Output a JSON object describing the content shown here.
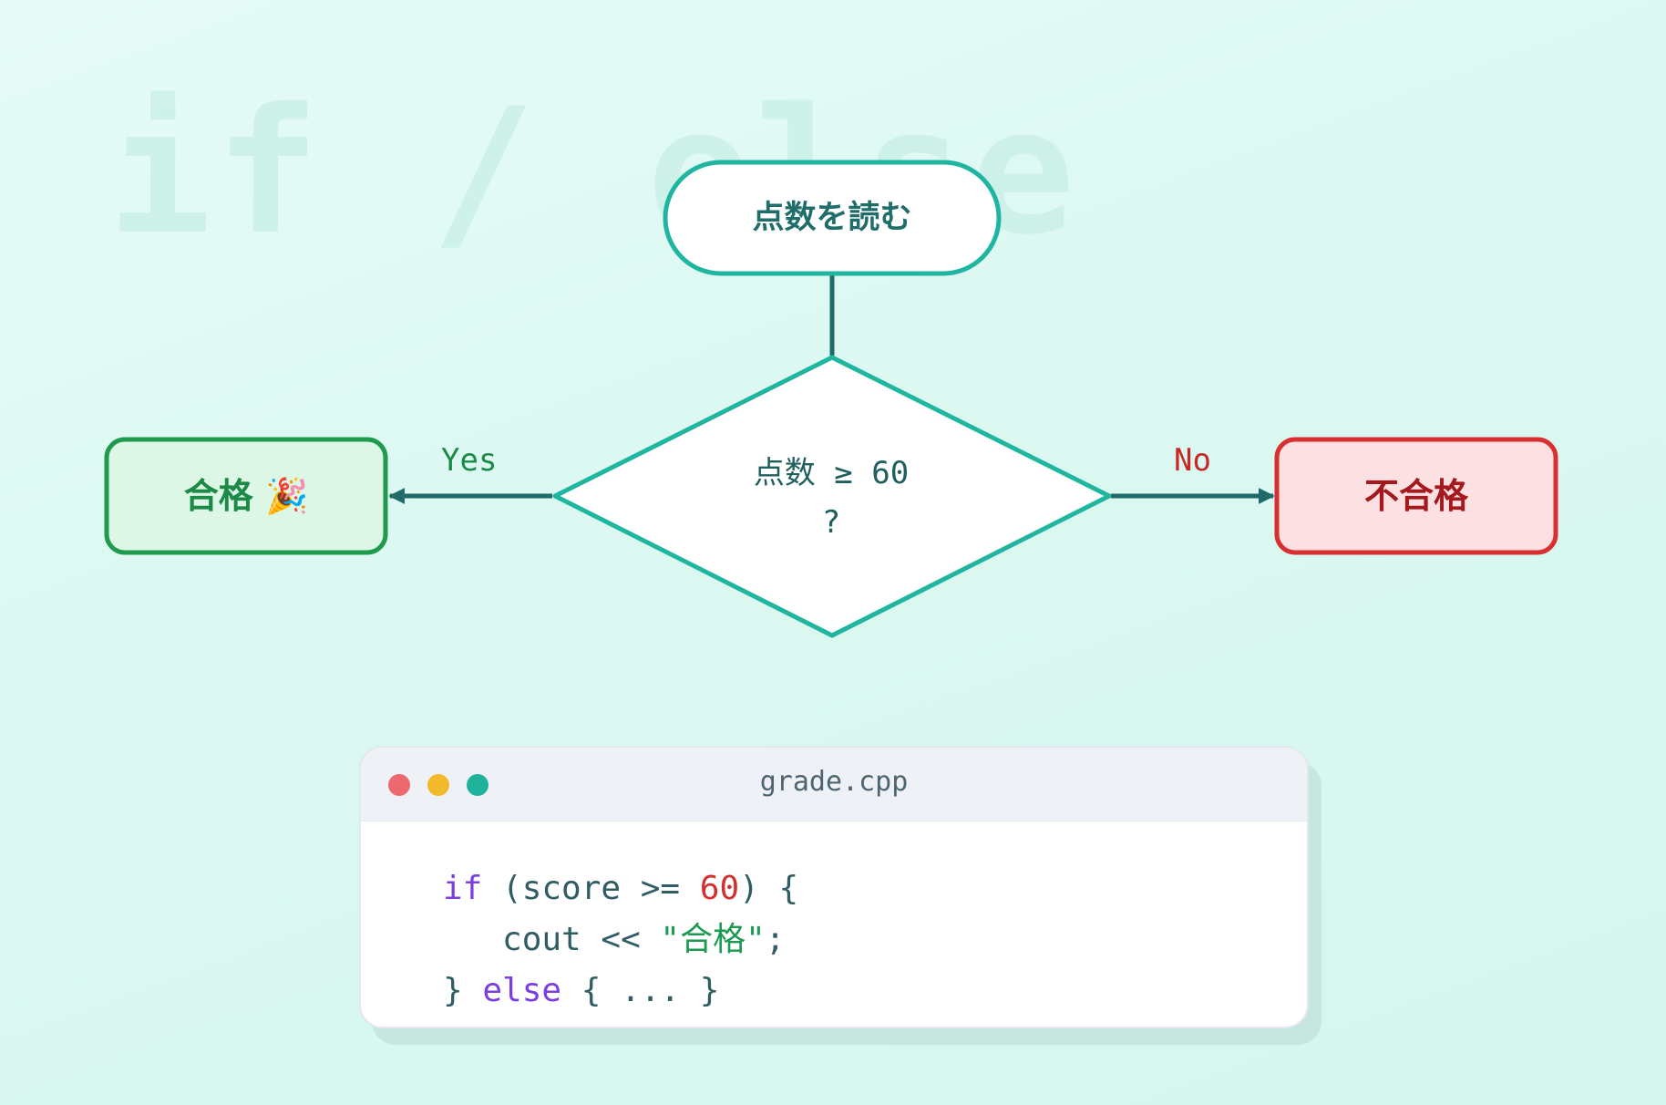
{
  "background": {
    "watermark": "if / else"
  },
  "flowchart": {
    "start": {
      "label": "点数を読む"
    },
    "decision": {
      "line1": "点数 ≥ 60",
      "line2": "?"
    },
    "yes_label": "Yes",
    "no_label": "No",
    "pass": {
      "label": "合格 🎉"
    },
    "fail": {
      "label": "不合格"
    }
  },
  "code_window": {
    "filename": "grade.cpp",
    "line1": {
      "kw_if": "if",
      "open_paren": " (score >= ",
      "number": "60",
      "close": ") {"
    },
    "line2": {
      "indent_text": "   cout << ",
      "string": "\"合格\"",
      "end": ";"
    },
    "line3": {
      "brace": "} ",
      "kw_else": "else",
      "rest": " { ... }"
    }
  },
  "colors": {
    "teal_stroke": "#20b5a0",
    "arrow_dark": "#1e6b67",
    "pass_border": "#1f9a4e",
    "pass_fill": "#dcf7e5",
    "fail_border": "#d83030",
    "fail_fill": "#fde1e2"
  }
}
